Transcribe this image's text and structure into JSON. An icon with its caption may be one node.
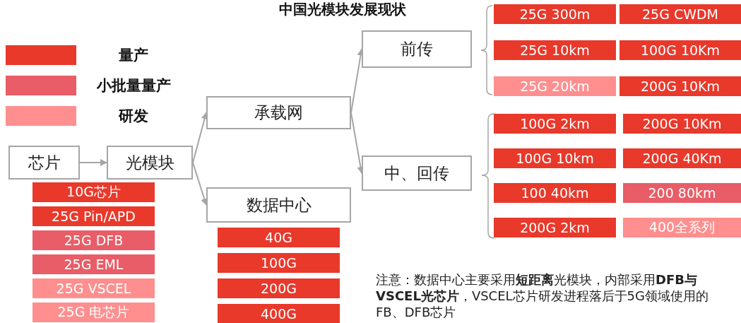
{
  "diagram": {
    "title": "中国光模块发展现状",
    "nodes": [
      {
        "text": [
          "芯片"
        ]
      },
      {
        "text": [
          "光模块"
        ]
      },
      {
        "text": [
          "承载网"
        ]
      },
      {
        "text": [
          "数据中心"
        ]
      },
      {
        "text": [
          "前传"
        ]
      },
      {
        "text": [
          "中、回传"
        ]
      },
      {
        "text": [
          "10G芯片"
        ]
      },
      {
        "text": [
          "25G Pin/APD"
        ]
      },
      {
        "text": [
          "25G DFB"
        ]
      },
      {
        "text": [
          "25G EML"
        ]
      },
      {
        "text": [
          "25G VSCEL"
        ]
      },
      {
        "text": [
          "25G 电芯片"
        ]
      },
      {
        "text": [
          "40G"
        ]
      },
      {
        "text": [
          "100G"
        ]
      },
      {
        "text": [
          "200G"
        ]
      },
      {
        "text": [
          "400G"
        ]
      },
      {
        "text": [
          "25G 300m"
        ]
      },
      {
        "text": [
          "25G CWDM"
        ]
      },
      {
        "text": [
          "25G 10km"
        ]
      },
      {
        "text": [
          "100G 10Km"
        ]
      },
      {
        "text": [
          "25G 20km"
        ]
      },
      {
        "text": [
          "200G 10Km"
        ]
      },
      {
        "text": [
          "100G 2km"
        ]
      },
      {
        "text": [
          "200G 10Km"
        ]
      },
      {
        "text": [
          "100G 10km"
        ]
      },
      {
        "text": [
          "200G 40Km"
        ]
      },
      {
        "text": [
          "100 40km"
        ]
      },
      {
        "text": [
          "200 80km"
        ]
      },
      {
        "text": [
          "200G 2km"
        ]
      },
      {
        "text": [
          "400全系列"
        ]
      }
    ],
    "edges": [
      {
        "from": 0,
        "to": 1,
        "arrow": "to"
      },
      {
        "from": 1,
        "to": 2,
        "arrow": "to"
      },
      {
        "from": 1,
        "to": 3,
        "arrow": "to"
      },
      {
        "from": 2,
        "to": 4,
        "arrow": "to"
      },
      {
        "from": 2,
        "to": 5,
        "arrow": "to"
      }
    ],
    "labels": [
      "注意：数据中心主要采用**短距离**光模块，内部采用**DFB与VSCEL光芯片**，VSCEL芯片研发进程落后于5G领域使用的FB、DFB芯片"
    ],
    "legend": [
      {
        "text": "量产",
        "color": "#e8392b"
      },
      {
        "text": "小批量量产",
        "color": "#e85d67"
      },
      {
        "text": "研发",
        "color": "#ff8f8f"
      }
    ]
  }
}
